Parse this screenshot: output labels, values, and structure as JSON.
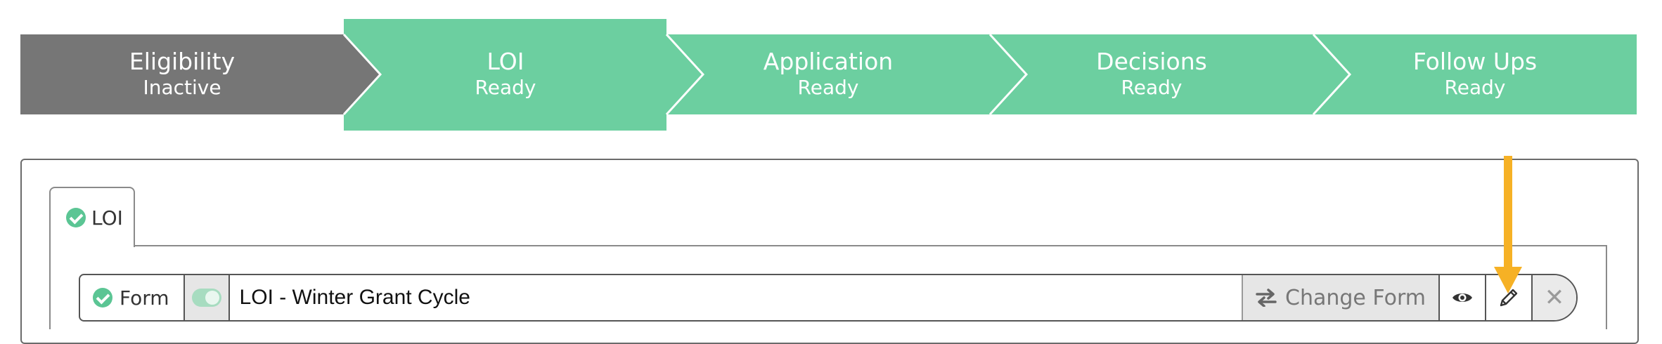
{
  "steps": [
    {
      "name": "Eligibility",
      "status": "Inactive",
      "state": "inactive"
    },
    {
      "name": "LOI",
      "status": "Ready",
      "state": "active"
    },
    {
      "name": "Application",
      "status": "Ready",
      "state": "ready"
    },
    {
      "name": "Decisions",
      "status": "Ready",
      "state": "ready"
    },
    {
      "name": "Follow Ups",
      "status": "Ready",
      "state": "ready"
    }
  ],
  "colors": {
    "inactive": "#767676",
    "ready": "#6ccfa0",
    "check": "#5bc594",
    "arrow": "#f6b125"
  },
  "tabs": [
    {
      "label": "LOI",
      "icon": "check-circle-icon"
    }
  ],
  "form": {
    "label": "Form",
    "toggle_on": true,
    "name": "LOI - Winter Grant Cycle",
    "change_label": "Change Form",
    "icons": [
      "swap-icon",
      "eye-icon",
      "pencil-icon",
      "close-icon"
    ]
  }
}
